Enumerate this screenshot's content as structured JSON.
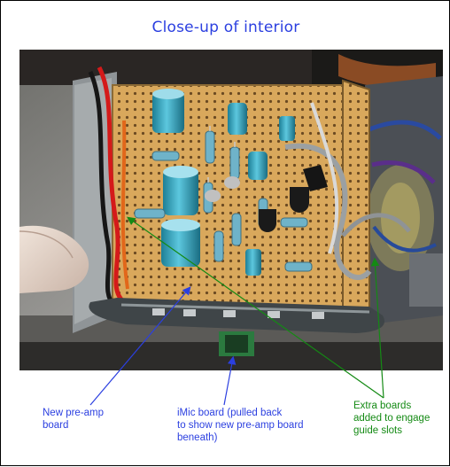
{
  "title": "Close-up of interior",
  "captions": {
    "preamp": [
      "New pre-amp",
      "board"
    ],
    "imic": [
      "iMic board (pulled back",
      "to show new pre-amp board",
      "beneath)"
    ],
    "extra": [
      "Extra boards",
      "added to engage",
      "guide slots"
    ]
  },
  "colors": {
    "title": "#2b3fe0",
    "blue_annotation": "#2b3fe0",
    "green_annotation": "#148a14",
    "board": "#d6a55a",
    "capacitor": "#35a9c4"
  },
  "icons": {
    "photo": "circuit-board-photo"
  }
}
